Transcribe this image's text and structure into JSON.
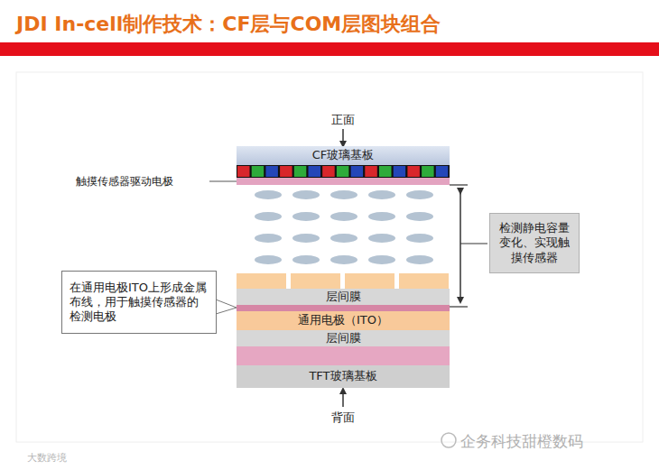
{
  "diagram": {
    "title": "JDI In-cell制作技术：CF层与COM层图块组合",
    "nodes": [
      {
        "text": [
          "CF玻璃基板"
        ]
      },
      {
        "text": [
          "检测静电容量变化、实现触摸传感器"
        ]
      },
      {
        "text": [
          "在通用电极ITO上形成金属布线，用于触摸传感器的检测电极"
        ]
      },
      {
        "text": [
          "层间膜"
        ]
      },
      {
        "text": [
          "通用电极（ITO）"
        ]
      },
      {
        "text": [
          "层间膜"
        ]
      },
      {
        "text": [
          "TFT玻璃基板"
        ]
      }
    ],
    "labels": [
      "正面",
      "触摸传感器驱动电极",
      "背面",
      "企务科技甜橙数码",
      "大数跨境"
    ]
  }
}
